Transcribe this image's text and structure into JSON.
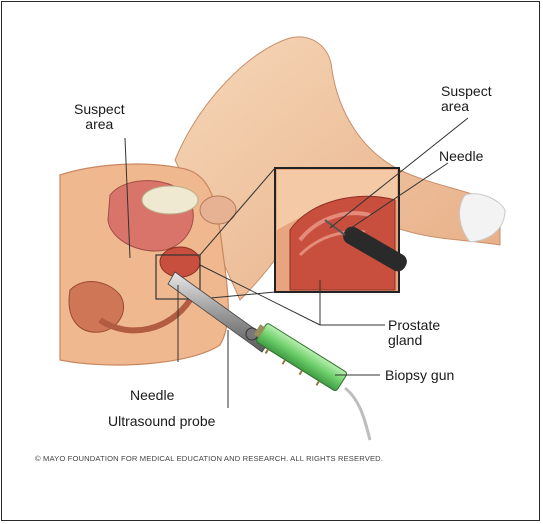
{
  "labels": {
    "suspect_area_left_line1": "Suspect",
    "suspect_area_left_line2": "area",
    "suspect_area_inset_line1": "Suspect",
    "suspect_area_inset_line2": "area",
    "needle_inset": "Needle",
    "prostate_gland_line1": "Prostate",
    "prostate_gland_line2": "gland",
    "biopsy_gun": "Biopsy gun",
    "needle_bottom": "Needle",
    "ultrasound_probe": "Ultrasound probe"
  },
  "copyright": "© MAYO FOUNDATION FOR MEDICAL EDUCATION AND RESEARCH. ALL RIGHTS RESERVED.",
  "colors": {
    "skin": "#f2c7a0",
    "tissue": "#e08a6c",
    "prostate": "#c84f3e",
    "biopsy_gun": "#7fd27a",
    "probe": "#9a9a9a"
  }
}
